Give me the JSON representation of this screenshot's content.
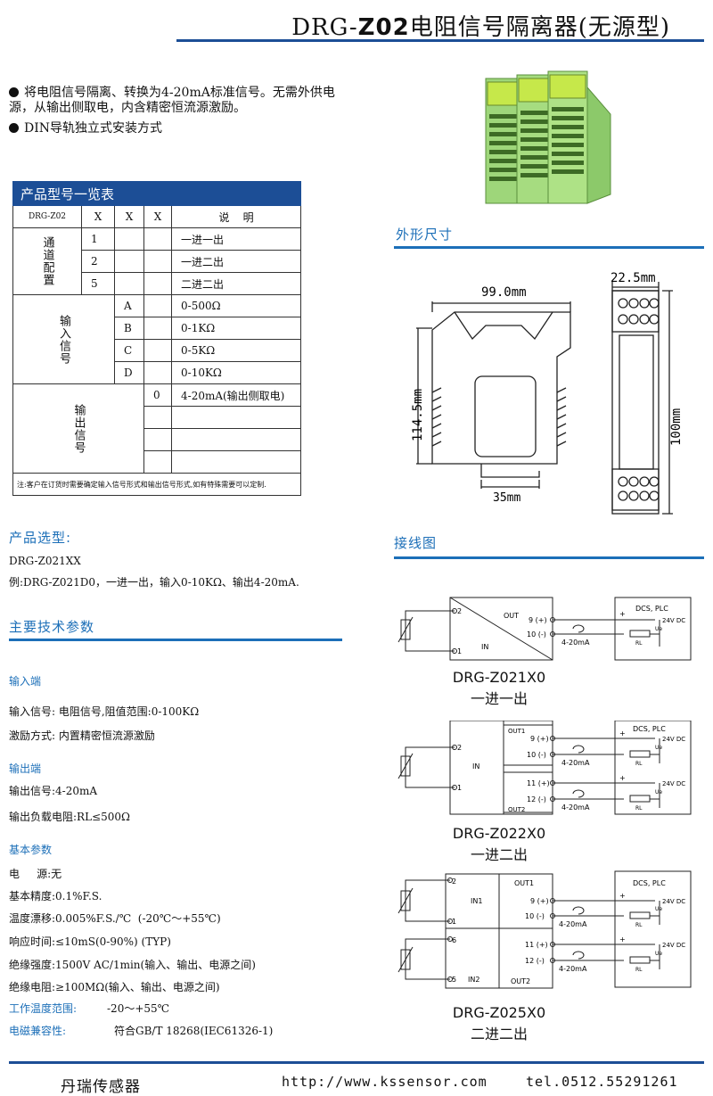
{
  "header": {
    "title_prefix": "DRG-",
    "title_bold": "Z02",
    "title_suffix": "电阻信号隔离器(无源型)"
  },
  "intro": {
    "bullet1": "将电阻信号隔离、转换为4-20mA标准信号。无需外供电源，从输出侧取电，内含精密恒流源激励。",
    "bullet2": "DIN导轨独立式安装方式"
  },
  "table": {
    "title": "产品型号一览表",
    "model": "DRG-Z02",
    "x": "X",
    "desc_header": "说    明",
    "channel_label": "通道配置",
    "channels": [
      {
        "code": "1",
        "desc": "一进一出"
      },
      {
        "code": "2",
        "desc": "一进二出"
      },
      {
        "code": "5",
        "desc": "二进二出"
      }
    ],
    "input_label": "输入信号",
    "inputs": [
      {
        "code": "A",
        "desc": "0-500Ω"
      },
      {
        "code": "B",
        "desc": "0-1KΩ"
      },
      {
        "code": "C",
        "desc": "0-5KΩ"
      },
      {
        "code": "D",
        "desc": "0-10KΩ"
      }
    ],
    "output_label": "输出信号",
    "outputs": [
      {
        "code": "0",
        "desc": "4-20mA(输出侧取电)"
      }
    ],
    "note": "注:客户在订货时需要确定输入信号形式和输出信号形式,如有特殊需要可以定制."
  },
  "selection": {
    "heading": "产品选型:",
    "model": "DRG-Z021XX",
    "example": "例:DRG-Z021D0，一进一出，输入0-10KΩ、输出4-20mA."
  },
  "specs": {
    "heading": "主要技术参数",
    "input_heading": "输入端",
    "input_signal": "输入信号:  电阻信号,阻值范围:0-100KΩ",
    "excitation": "激励方式: 内置精密恒流源激励",
    "output_heading": "输出端",
    "output_signal": "输出信号:4-20mA",
    "output_load": "输出负载电阻:RL≤500Ω",
    "basic_heading": "基本参数",
    "power": "电     源:无",
    "accuracy": "基本精度:0.1%F.S.",
    "drift": "温度漂移:0.005%F.S./℃  (-20℃～+55℃)",
    "response": "响应时间:≤10mS(0-90%) (TYP)",
    "isolation": "绝缘强度:1500V AC/1min(输入、输出、电源之间)",
    "resistance": "绝缘电阻:≥100MΩ(输入、输出、电源之间)",
    "temp_label": "工作温度范围:",
    "temp_value": "-20～+55℃",
    "emc_label": "电磁兼容性:",
    "emc_value": "符合GB/T 18268(IEC61326-1)"
  },
  "dimensions": {
    "heading": "外形尺寸",
    "width": "99.0mm",
    "height": "114.5mm",
    "rail": "35mm",
    "thickness": "22.5mm",
    "side_height": "100mm"
  },
  "wiring": {
    "heading": "接线图",
    "dcs": "DCS, PLC",
    "v24": "24V DC",
    "ue": "Ue",
    "rl": "RL",
    "current": "4-20mA",
    "out": "OUT",
    "in": "IN",
    "out1": "OUT1",
    "out2": "OUT2",
    "in1": "IN1",
    "in2": "IN2",
    "t1": "1",
    "t2": "2",
    "t5": "5",
    "t6": "6",
    "t9": "9 (+)",
    "t10": "10 (-)",
    "t11": "11 (+)",
    "t12": "12 (-)",
    "plus": "+",
    "d1_model": "DRG-Z021X0",
    "d1_desc": "一进一出",
    "d2_model": "DRG-Z022X0",
    "d2_desc": "一进二出",
    "d3_model": "DRG-Z025X0",
    "d3_desc": "二进二出"
  },
  "footer": {
    "company": "丹瑞传感器",
    "web": "http://www.kssensor.com",
    "tel": "tel.0512.55291261"
  }
}
